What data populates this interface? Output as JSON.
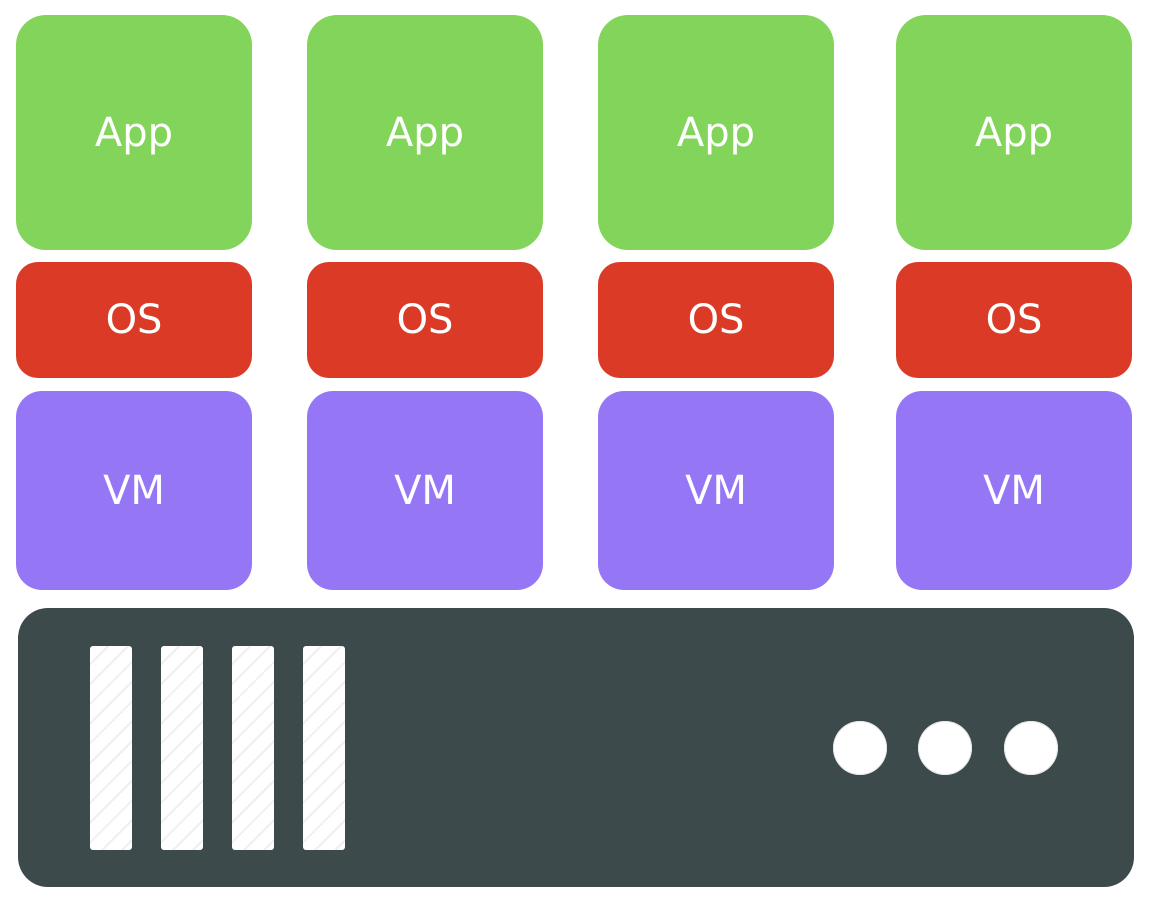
{
  "colors": {
    "app": "#82d45a",
    "os": "#db3b26",
    "vm": "#9577f5",
    "server": "#3c4a4c",
    "text": "#ffffff"
  },
  "stacks": [
    {
      "app": "App",
      "os": "OS",
      "vm": "VM"
    },
    {
      "app": "App",
      "os": "OS",
      "vm": "VM"
    },
    {
      "app": "App",
      "os": "OS",
      "vm": "VM"
    },
    {
      "app": "App",
      "os": "OS",
      "vm": "VM"
    }
  ],
  "server": {
    "icon": "server-icon",
    "drive_slot_count": 4,
    "indicator_light_count": 3
  }
}
